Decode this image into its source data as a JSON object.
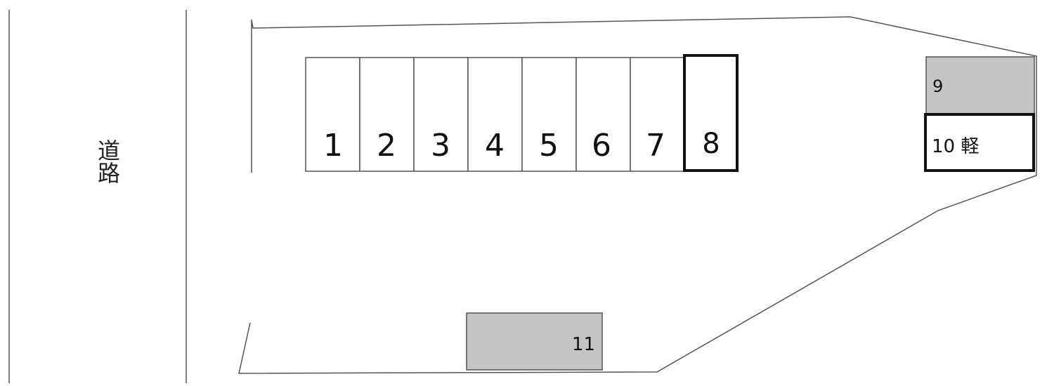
{
  "road_label": "道路",
  "colors": {
    "line": "#555555",
    "outline_bold": "#111111",
    "occupied_fill": "#c4c4c4",
    "available_fill": "#ffffff"
  },
  "slots": [
    {
      "label": "1",
      "status": "normal"
    },
    {
      "label": "2",
      "status": "normal"
    },
    {
      "label": "3",
      "status": "normal"
    },
    {
      "label": "4",
      "status": "normal"
    },
    {
      "label": "5",
      "status": "normal"
    },
    {
      "label": "6",
      "status": "normal"
    },
    {
      "label": "7",
      "status": "normal"
    },
    {
      "label": "8",
      "status": "highlighted"
    },
    {
      "label": "9",
      "status": "occupied"
    },
    {
      "label": "10 軽",
      "status": "highlighted"
    },
    {
      "label": "11",
      "status": "occupied"
    }
  ]
}
